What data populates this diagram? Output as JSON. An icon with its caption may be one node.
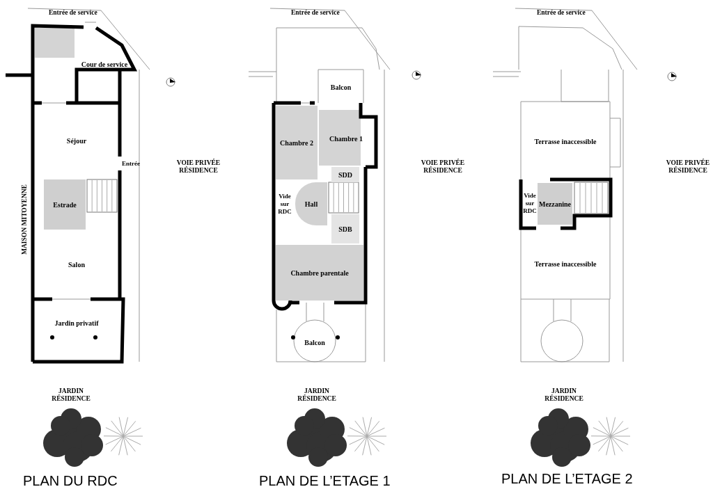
{
  "diagram": {
    "nodes": [
      {
        "text": [
          "PLAN DU RDC"
        ]
      },
      {
        "text": [
          "Cour de service"
        ],
        "in": 0
      },
      {
        "text": [
          "Séjour"
        ],
        "in": 0
      },
      {
        "text": [
          "Entrée"
        ],
        "in": 0
      },
      {
        "text": [
          "Estrade"
        ],
        "in": 0
      },
      {
        "text": [
          "Salon"
        ],
        "in": 0
      },
      {
        "text": [
          "Jardin privatif"
        ],
        "in": 0
      },
      {
        "text": [
          "PLAN DE L’ETAGE 1"
        ]
      },
      {
        "text": [
          "Balcon"
        ],
        "in": 7
      },
      {
        "text": [
          "Chambre 2"
        ],
        "in": 7
      },
      {
        "text": [
          "Chambre 1"
        ],
        "in": 7
      },
      {
        "text": [
          "SDD"
        ],
        "in": 7
      },
      {
        "text": [
          "Vide sur RDC"
        ],
        "in": 7
      },
      {
        "text": [
          "Hall"
        ],
        "in": 7
      },
      {
        "text": [
          "SDB"
        ],
        "in": 7
      },
      {
        "text": [
          "Chambre parentale"
        ],
        "in": 7
      },
      {
        "text": [
          "Balcon"
        ],
        "in": 7
      },
      {
        "text": [
          "PLAN DE L’ETAGE 2"
        ]
      },
      {
        "text": [
          "Terrasse inaccessible"
        ],
        "in": 17
      },
      {
        "text": [
          "Vide sur RDC"
        ],
        "in": 17
      },
      {
        "text": [
          "Mezzanine"
        ],
        "in": 17
      },
      {
        "text": [
          "Terrasse inaccessible"
        ],
        "in": 17
      }
    ],
    "edges": [],
    "labels": [
      "Entrée de service",
      "Entrée de service",
      "Entrée de service",
      "VOIE PRIVÉE RÉSIDENCE",
      "VOIE PRIVÉE RÉSIDENCE",
      "VOIE PRIVÉE RÉSIDENCE",
      "MAISON MITOYENNE",
      "JARDIN RÉSIDENCE",
      "JARDIN RÉSIDENCE",
      "JARDIN RÉSIDENCE"
    ]
  }
}
